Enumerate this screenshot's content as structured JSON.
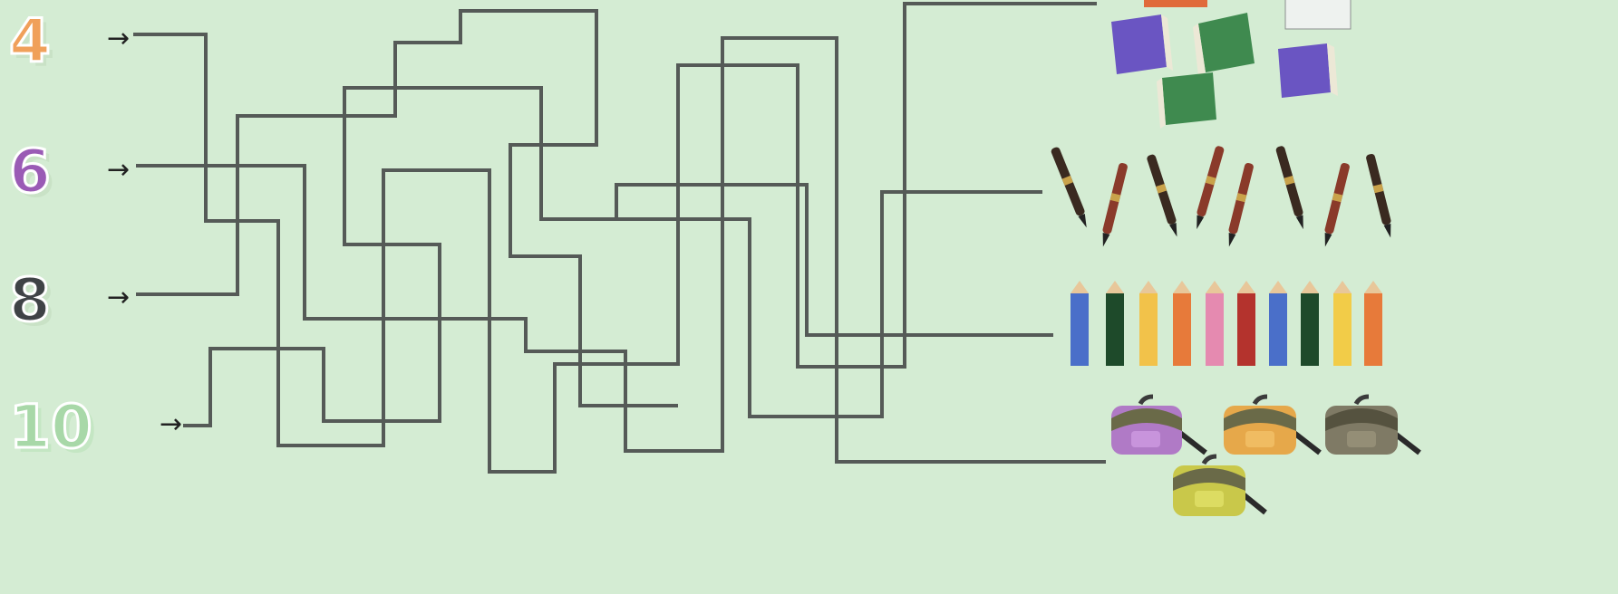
{
  "numbers": [
    {
      "label": "4",
      "color": "#f0a05a"
    },
    {
      "label": "6",
      "color": "#9a5bb5"
    },
    {
      "label": "8",
      "color": "#3f4346"
    },
    {
      "label": "10",
      "color": "#a8d8a8"
    }
  ],
  "arrow_glyph": "→",
  "items": [
    {
      "name": "books",
      "count": 6
    },
    {
      "name": "pens",
      "count": 8
    },
    {
      "name": "pencils",
      "count": 10
    },
    {
      "name": "backpacks",
      "count": 4
    }
  ],
  "colors": {
    "background": "#d4ecd3",
    "maze_line": "#555a57",
    "book_purple": "#6a55c2",
    "book_green": "#3f8a4f",
    "pen": "#8a3a2a",
    "pencils": [
      "#4a6fc9",
      "#1e4a2a",
      "#f2c24a",
      "#e77a3a",
      "#e58ab0",
      "#b4332d",
      "#4a6fc9",
      "#1e4a2a",
      "#f2cc48",
      "#e77a3a"
    ],
    "bags": [
      "#b07ac6",
      "#e6a84a",
      "#7f7a65",
      "#c9c84a"
    ]
  }
}
